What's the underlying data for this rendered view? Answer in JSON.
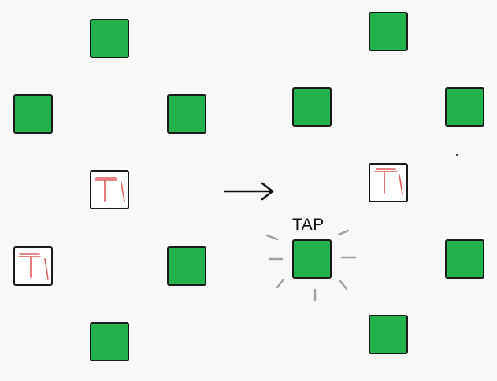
{
  "labels": {
    "tap": "TAP"
  },
  "icons": {
    "transition_arrow": "arrow-right-icon",
    "marked_tile_glyph": "t-mark-icon",
    "tap_burst": "tap-burst-icon"
  },
  "colors": {
    "green_tile": "#22b14c",
    "marked_tile_background": "#ffffff",
    "marked_glyph": "#e05a5a",
    "tile_border": "#1a1a1a",
    "burst_strokes": "#a0a0a0",
    "background": "#f8f8f8"
  },
  "before": {
    "tiles": [
      {
        "kind": "green"
      },
      {
        "kind": "green"
      },
      {
        "kind": "green"
      },
      {
        "kind": "marked"
      },
      {
        "kind": "marked"
      },
      {
        "kind": "green"
      },
      {
        "kind": "green"
      }
    ]
  },
  "after": {
    "tiles": [
      {
        "kind": "green"
      },
      {
        "kind": "green"
      },
      {
        "kind": "green"
      },
      {
        "kind": "marked"
      },
      {
        "kind": "green",
        "tapped": true
      },
      {
        "kind": "green"
      },
      {
        "kind": "green"
      }
    ]
  }
}
